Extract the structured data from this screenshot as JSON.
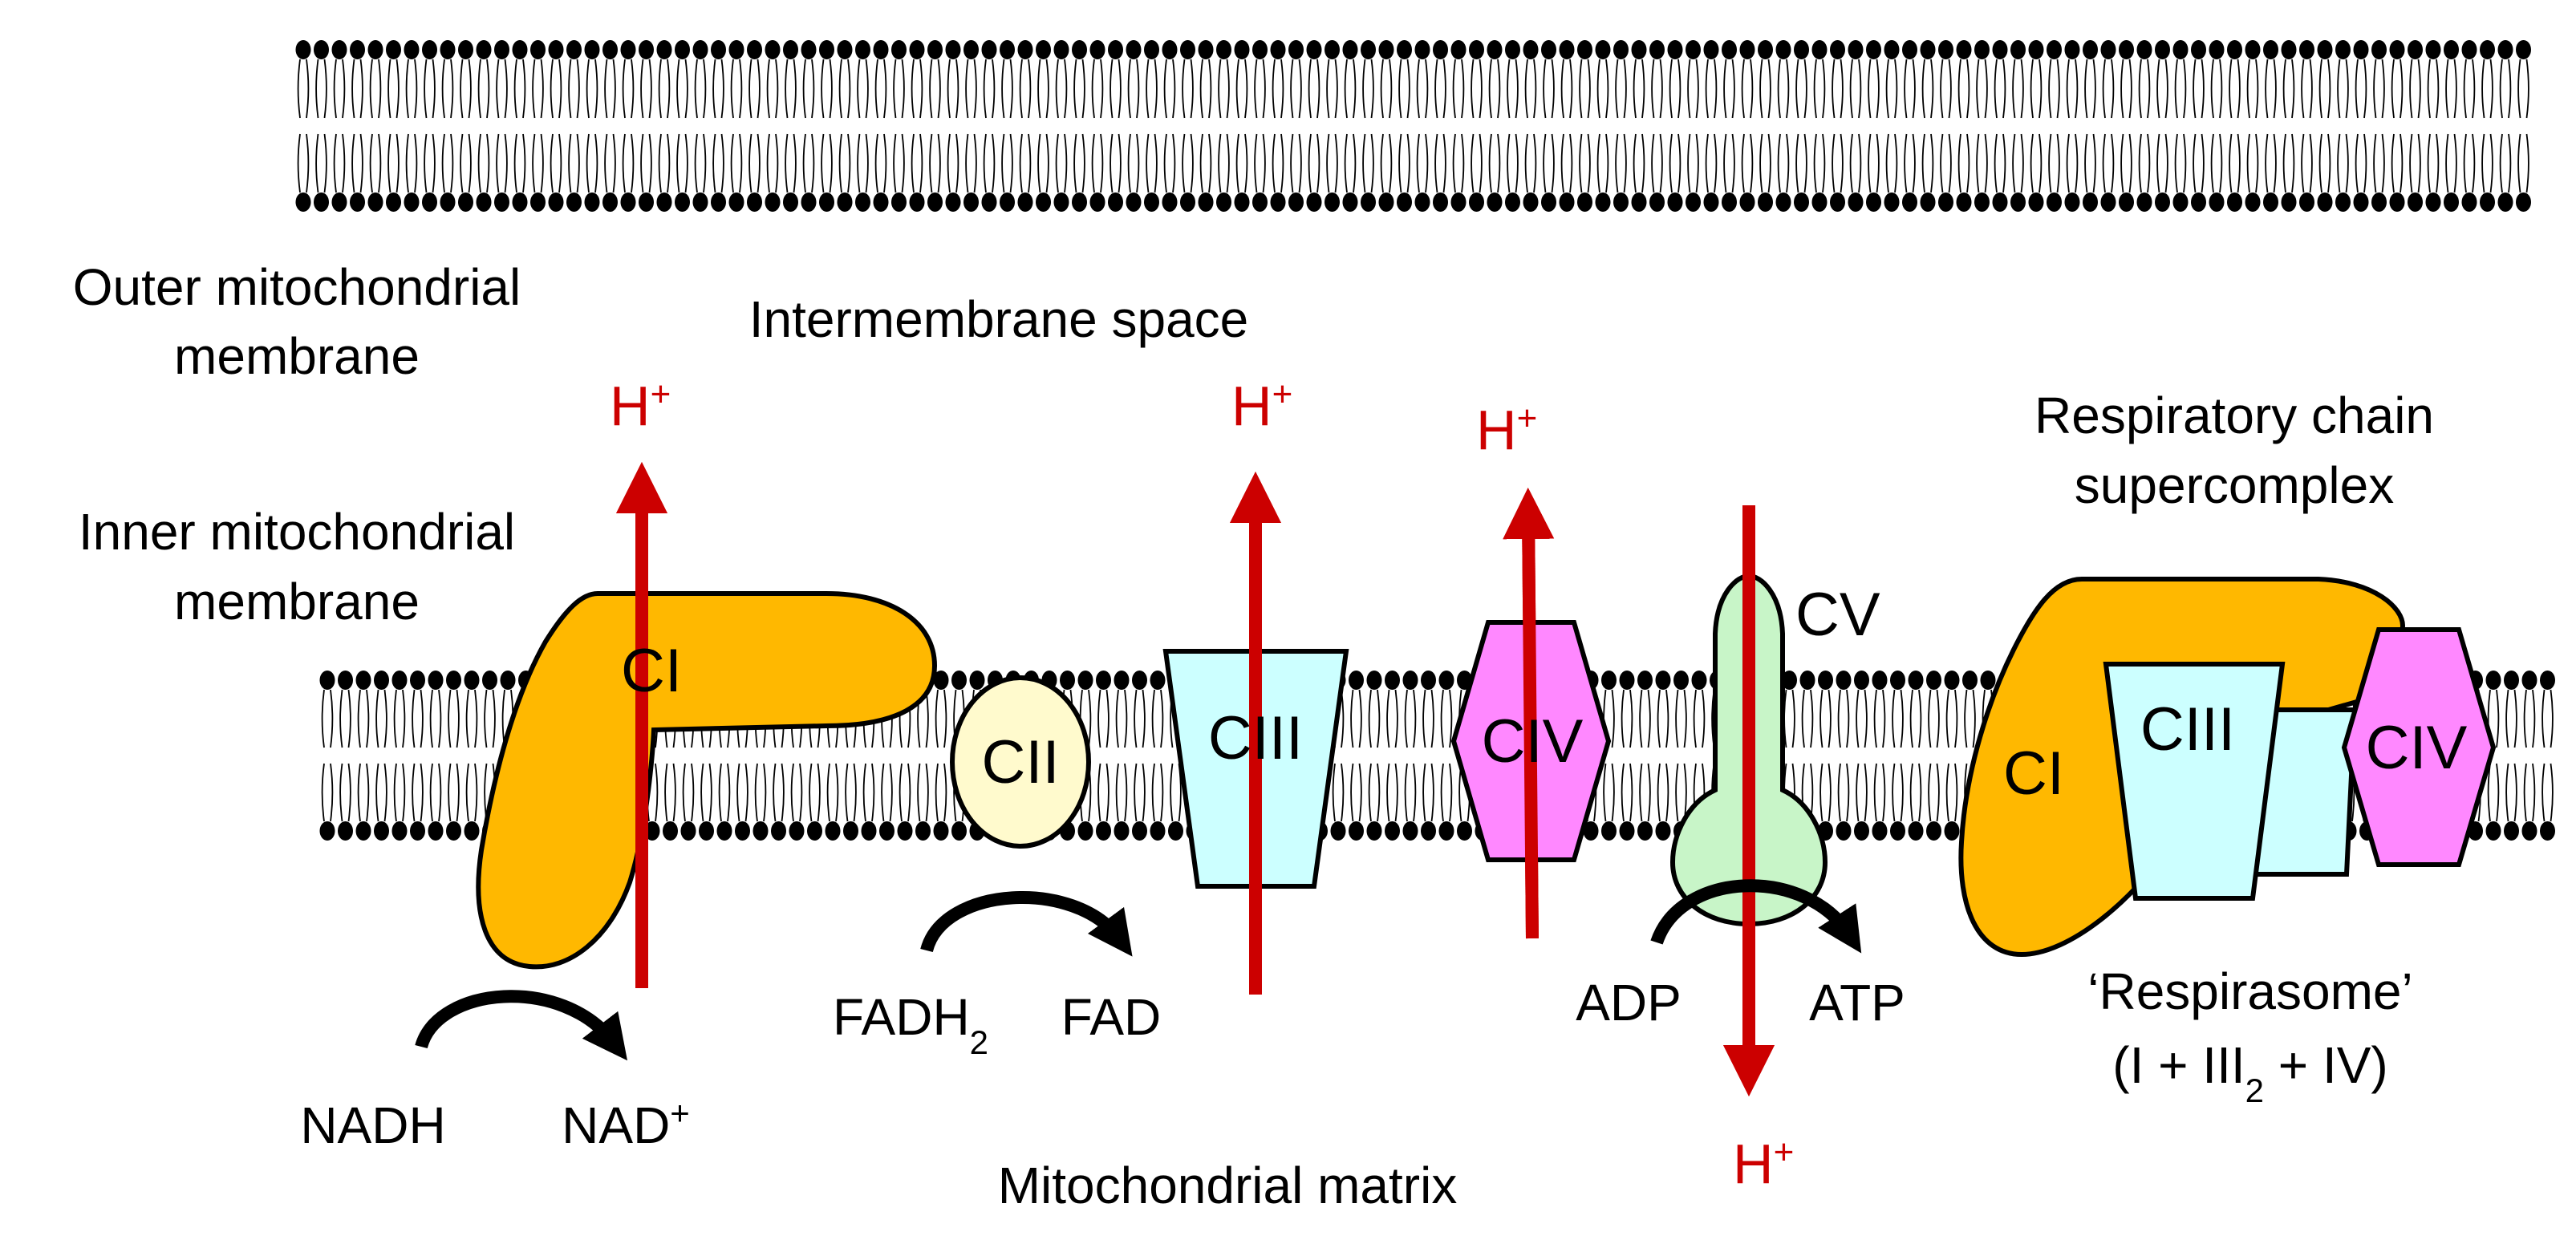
{
  "labels": {
    "outer_membrane_line1": "Outer mitochondrial",
    "outer_membrane_line2": "membrane",
    "intermembrane_space": "Intermembrane space",
    "inner_membrane_line1": "Inner mitochondrial",
    "inner_membrane_line2": "membrane",
    "matrix": "Mitochondrial matrix",
    "supercomplex_line1": "Respiratory chain",
    "supercomplex_line2": "supercomplex",
    "respirasome_line1": "‘Respirasome’",
    "respirasome_line2_pre": "(I + III",
    "respirasome_line2_sub": "2",
    "respirasome_line2_post": " + IV)"
  },
  "complexes": {
    "ci": "CI",
    "cii": "CII",
    "ciii": "CIII",
    "civ": "CIV",
    "cv": "CV",
    "sc_ci": "CI",
    "sc_ciii": "CIII",
    "sc_civ": "CIV"
  },
  "proton": {
    "symbol": "H",
    "charge": "+"
  },
  "reactions": {
    "ci_substrate": "NADH",
    "ci_product_base": "NAD",
    "ci_product_charge": "+",
    "cii_substrate_base": "FADH",
    "cii_substrate_sub": "2",
    "cii_product": "FAD",
    "cv_substrate": "ADP",
    "cv_product": "ATP"
  },
  "colors": {
    "ci": "#FFB800",
    "cii": "#FFFACD",
    "ciii": "#CCFFFF",
    "civ": "#FF88FF",
    "cv": "#C8F5C8",
    "proton_arrow": "#CC0000",
    "lipid": "#000000"
  }
}
